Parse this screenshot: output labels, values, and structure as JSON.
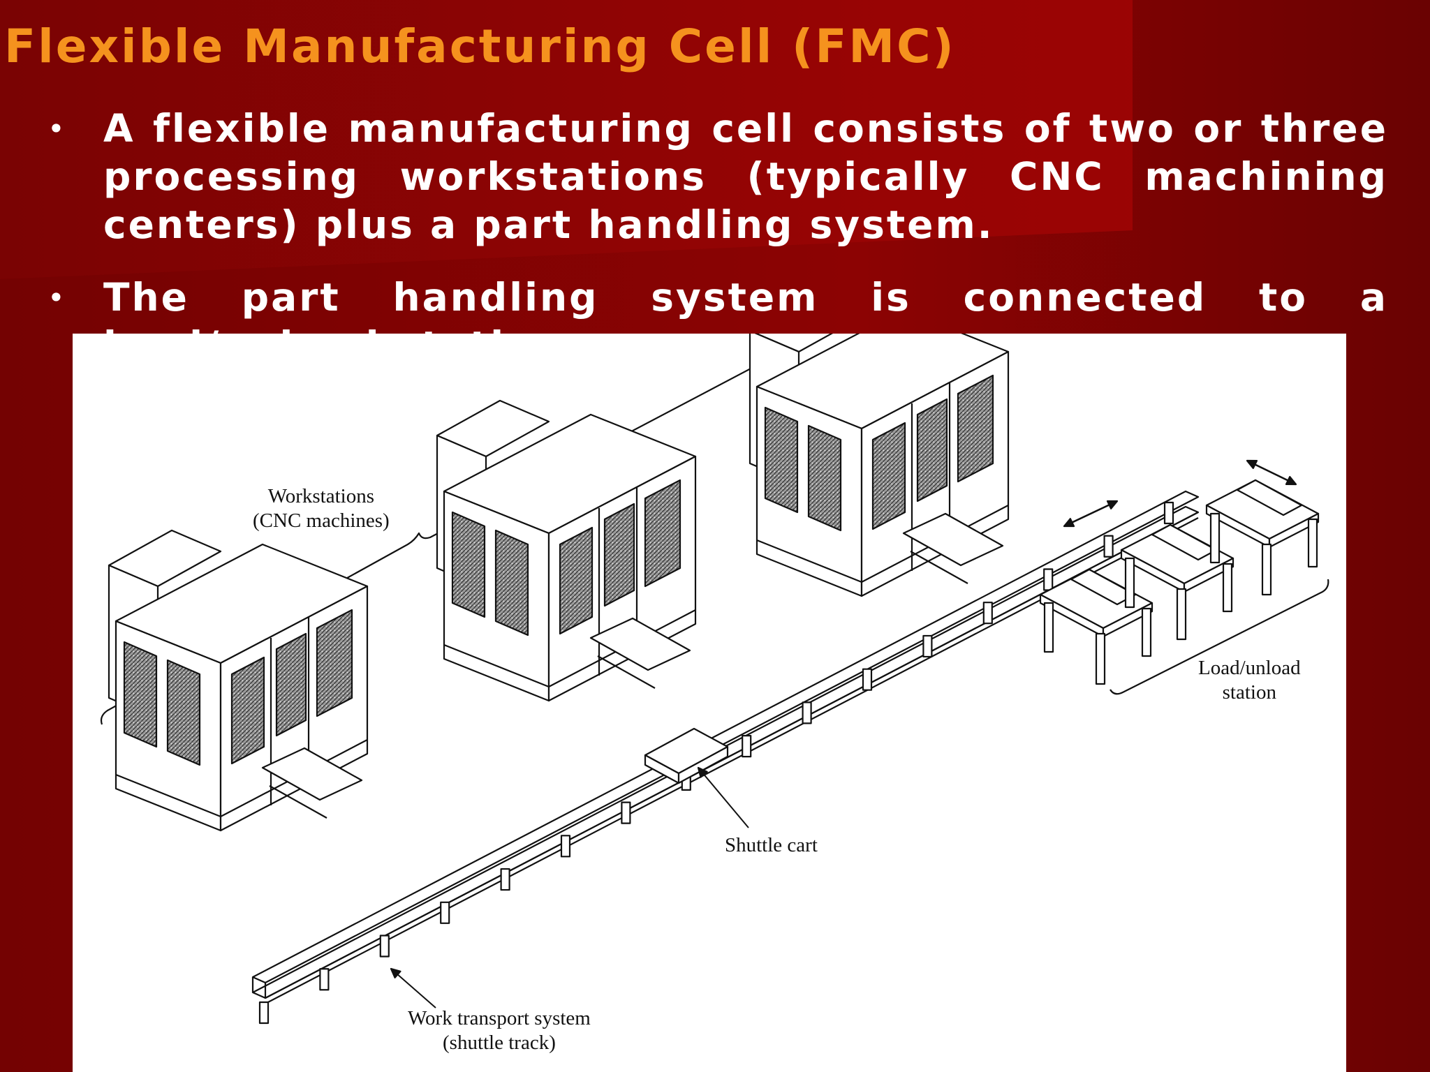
{
  "slide": {
    "title": "Flexible Manufacturing Cell (FMC)",
    "bullets": [
      "A flexible manufacturing cell consists of two or three processing workstations (typically CNC machining centers) plus a part handling system.",
      "The part handling system is connected to a load/unload station."
    ]
  },
  "diagram": {
    "labels": {
      "workstations_line1": "Workstations",
      "workstations_line2": "(CNC machines)",
      "load_unload_line1": "Load/unload",
      "load_unload_line2": "station",
      "shuttle_cart": "Shuttle cart",
      "transport_line1": "Work transport system",
      "transport_line2": "(shuttle track)"
    }
  },
  "colors": {
    "background": "#7a0303",
    "title": "#f5921e",
    "text": "#ffffff"
  }
}
